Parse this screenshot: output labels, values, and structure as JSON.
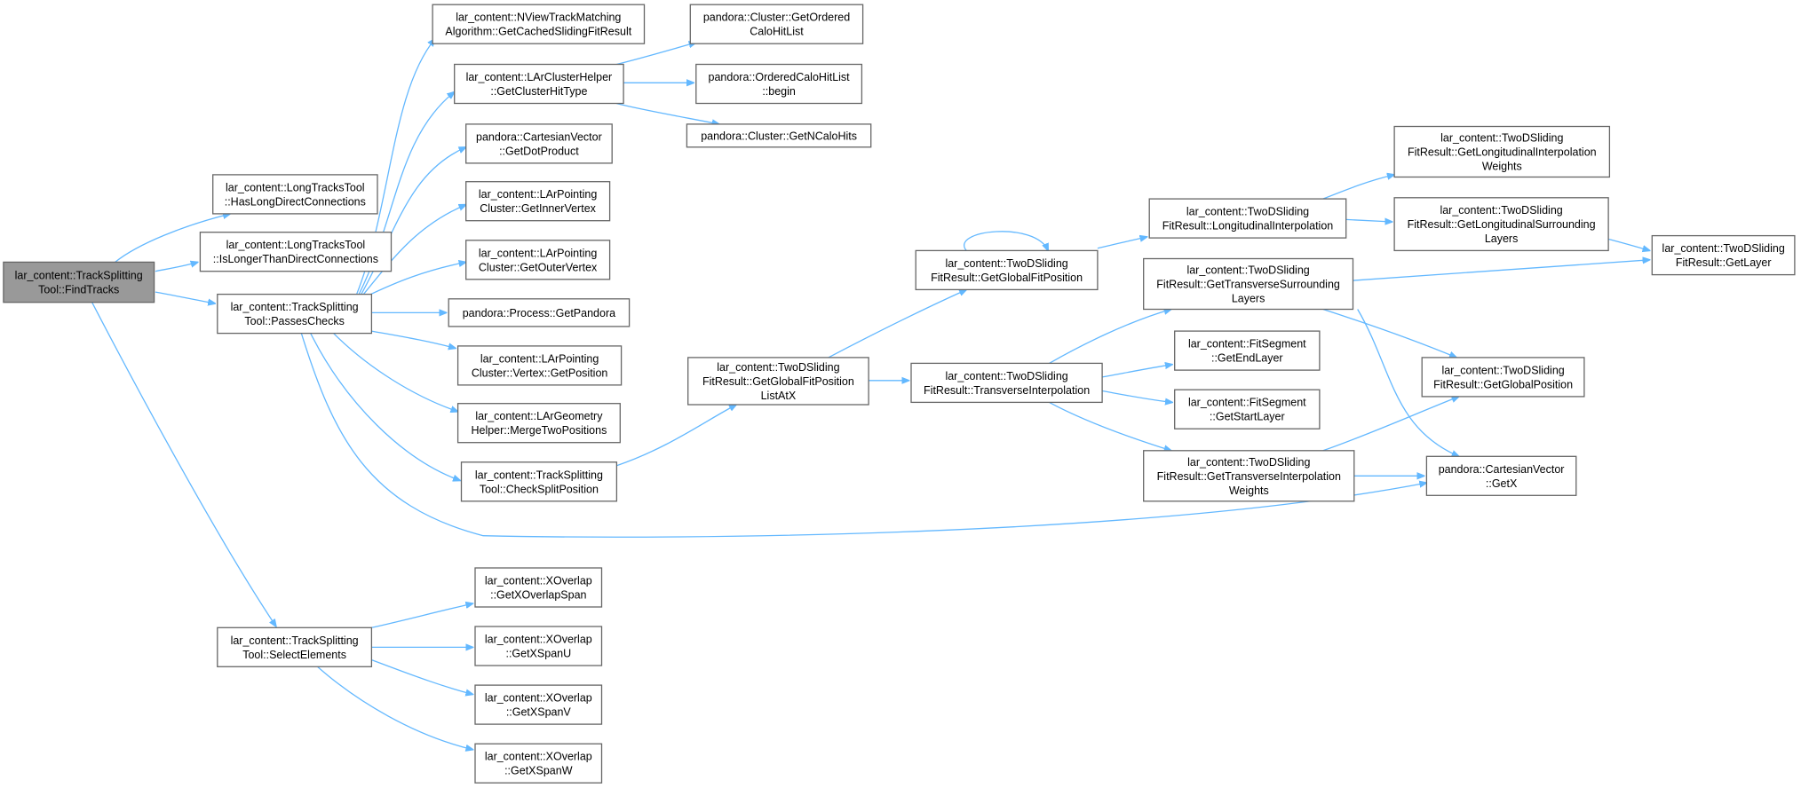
{
  "nodes": [
    {
      "id": "findTracks",
      "lines": [
        "lar_content::TrackSplitting",
        "Tool::FindTracks"
      ],
      "root": true
    },
    {
      "id": "hasLongDirect",
      "lines": [
        "lar_content::LongTracksTool",
        "::HasLongDirectConnections"
      ]
    },
    {
      "id": "isLonger",
      "lines": [
        "lar_content::LongTracksTool",
        "::IsLongerThanDirectConnections"
      ]
    },
    {
      "id": "passesChecks",
      "lines": [
        "lar_content::TrackSplitting",
        "Tool::PassesChecks"
      ]
    },
    {
      "id": "selectElements",
      "lines": [
        "lar_content::TrackSplitting",
        "Tool::SelectElements"
      ]
    },
    {
      "id": "getCachedSliding",
      "lines": [
        "lar_content::NViewTrackMatching",
        "Algorithm::GetCachedSlidingFitResult"
      ]
    },
    {
      "id": "getClusterHitType",
      "lines": [
        "lar_content::LArClusterHelper",
        "::GetClusterHitType"
      ]
    },
    {
      "id": "getDotProduct",
      "lines": [
        "pandora::CartesianVector",
        "::GetDotProduct"
      ]
    },
    {
      "id": "getInnerVertex",
      "lines": [
        "lar_content::LArPointing",
        "Cluster::GetInnerVertex"
      ]
    },
    {
      "id": "getOuterVertex",
      "lines": [
        "lar_content::LArPointing",
        "Cluster::GetOuterVertex"
      ]
    },
    {
      "id": "getPandora",
      "lines": [
        "pandora::Process::GetPandora"
      ]
    },
    {
      "id": "vertexGetPosition",
      "lines": [
        "lar_content::LArPointing",
        "Cluster::Vertex::GetPosition"
      ]
    },
    {
      "id": "mergeTwoPositions",
      "lines": [
        "lar_content::LArGeometry",
        "Helper::MergeTwoPositions"
      ]
    },
    {
      "id": "checkSplitPosition",
      "lines": [
        "lar_content::TrackSplitting",
        "Tool::CheckSplitPosition"
      ]
    },
    {
      "id": "getOrderedCaloHitList",
      "lines": [
        "pandora::Cluster::GetOrdered",
        "CaloHitList"
      ]
    },
    {
      "id": "orderedBegin",
      "lines": [
        "pandora::OrderedCaloHitList",
        "::begin"
      ]
    },
    {
      "id": "getNCaloHits",
      "lines": [
        "pandora::Cluster::GetNCaloHits"
      ]
    },
    {
      "id": "getGlobalFitPosListAtX",
      "lines": [
        "lar_content::TwoDSliding",
        "FitResult::GetGlobalFitPosition",
        "ListAtX"
      ]
    },
    {
      "id": "getGlobalFitPosition",
      "lines": [
        "lar_content::TwoDSliding",
        "FitResult::GetGlobalFitPosition"
      ]
    },
    {
      "id": "transverseInterp",
      "lines": [
        "lar_content::TwoDSliding",
        "FitResult::TransverseInterpolation"
      ]
    },
    {
      "id": "longitudinalInterp",
      "lines": [
        "lar_content::TwoDSliding",
        "FitResult::LongitudinalInterpolation"
      ]
    },
    {
      "id": "getTransverseSurrounding",
      "lines": [
        "lar_content::TwoDSliding",
        "FitResult::GetTransverseSurrounding",
        "Layers"
      ]
    },
    {
      "id": "getEndLayer",
      "lines": [
        "lar_content::FitSegment",
        "::GetEndLayer"
      ]
    },
    {
      "id": "getStartLayer",
      "lines": [
        "lar_content::FitSegment",
        "::GetStartLayer"
      ]
    },
    {
      "id": "getTransverseInterpWeights",
      "lines": [
        "lar_content::TwoDSliding",
        "FitResult::GetTransverseInterpolation",
        "Weights"
      ]
    },
    {
      "id": "getLongInterpWeights",
      "lines": [
        "lar_content::TwoDSliding",
        "FitResult::GetLongitudinalInterpolation",
        "Weights"
      ]
    },
    {
      "id": "getLongSurrounding",
      "lines": [
        "lar_content::TwoDSliding",
        "FitResult::GetLongitudinalSurrounding",
        "Layers"
      ]
    },
    {
      "id": "getLayer",
      "lines": [
        "lar_content::TwoDSliding",
        "FitResult::GetLayer"
      ]
    },
    {
      "id": "getGlobalPosition",
      "lines": [
        "lar_content::TwoDSliding",
        "FitResult::GetGlobalPosition"
      ]
    },
    {
      "id": "getX",
      "lines": [
        "pandora::CartesianVector",
        "::GetX"
      ]
    },
    {
      "id": "getXOverlapSpan",
      "lines": [
        "lar_content::XOverlap",
        "::GetXOverlapSpan"
      ]
    },
    {
      "id": "getXSpanU",
      "lines": [
        "lar_content::XOverlap",
        "::GetXSpanU"
      ]
    },
    {
      "id": "getXSpanV",
      "lines": [
        "lar_content::XOverlap",
        "::GetXSpanV"
      ]
    },
    {
      "id": "getXSpanW",
      "lines": [
        "lar_content::XOverlap",
        "::GetXSpanW"
      ]
    }
  ],
  "edges": [
    [
      "findTracks",
      "hasLongDirect"
    ],
    [
      "findTracks",
      "isLonger"
    ],
    [
      "findTracks",
      "passesChecks"
    ],
    [
      "findTracks",
      "selectElements"
    ],
    [
      "passesChecks",
      "getCachedSliding"
    ],
    [
      "passesChecks",
      "getClusterHitType"
    ],
    [
      "passesChecks",
      "getDotProduct"
    ],
    [
      "passesChecks",
      "getInnerVertex"
    ],
    [
      "passesChecks",
      "getOuterVertex"
    ],
    [
      "passesChecks",
      "getPandora"
    ],
    [
      "passesChecks",
      "vertexGetPosition"
    ],
    [
      "passesChecks",
      "mergeTwoPositions"
    ],
    [
      "passesChecks",
      "checkSplitPosition"
    ],
    [
      "passesChecks",
      "getX"
    ],
    [
      "getClusterHitType",
      "getOrderedCaloHitList"
    ],
    [
      "getClusterHitType",
      "orderedBegin"
    ],
    [
      "getClusterHitType",
      "getNCaloHits"
    ],
    [
      "checkSplitPosition",
      "getGlobalFitPosListAtX"
    ],
    [
      "getGlobalFitPosListAtX",
      "getGlobalFitPosition"
    ],
    [
      "getGlobalFitPosListAtX",
      "transverseInterp"
    ],
    [
      "getGlobalFitPosition",
      "getGlobalFitPosition"
    ],
    [
      "getGlobalFitPosition",
      "longitudinalInterp"
    ],
    [
      "longitudinalInterp",
      "getLongInterpWeights"
    ],
    [
      "longitudinalInterp",
      "getLongSurrounding"
    ],
    [
      "getLongSurrounding",
      "getLayer"
    ],
    [
      "transverseInterp",
      "getTransverseSurrounding"
    ],
    [
      "transverseInterp",
      "getEndLayer"
    ],
    [
      "transverseInterp",
      "getStartLayer"
    ],
    [
      "transverseInterp",
      "getTransverseInterpWeights"
    ],
    [
      "getTransverseSurrounding",
      "getLayer"
    ],
    [
      "getTransverseSurrounding",
      "getGlobalPosition"
    ],
    [
      "getTransverseSurrounding",
      "getX"
    ],
    [
      "getTransverseInterpWeights",
      "getGlobalPosition"
    ],
    [
      "getTransverseInterpWeights",
      "getX"
    ],
    [
      "selectElements",
      "getXOverlapSpan"
    ],
    [
      "selectElements",
      "getXSpanU"
    ],
    [
      "selectElements",
      "getXSpanV"
    ],
    [
      "selectElements",
      "getXSpanW"
    ]
  ]
}
